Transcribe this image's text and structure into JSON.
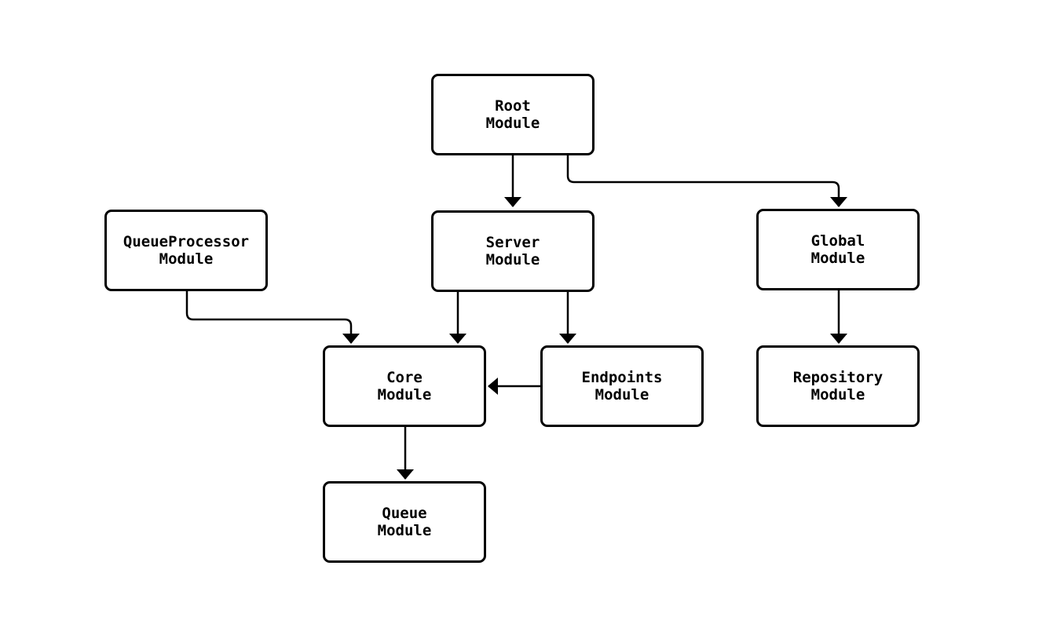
{
  "diagram": {
    "type": "flowchart",
    "direction": "top-down",
    "background_color": "#ffffff",
    "node_fill_color": "#ffffff",
    "node_border_color": "#000000",
    "edge_color": "#000000",
    "text_color": "#000000",
    "nodes": {
      "root": {
        "label": "Root\nModule"
      },
      "queueprocessor": {
        "label": "QueueProcessor\nModule"
      },
      "server": {
        "label": "Server\nModule"
      },
      "global": {
        "label": "Global\nModule"
      },
      "core": {
        "label": "Core\nModule"
      },
      "endpoints": {
        "label": "Endpoints\nModule"
      },
      "repository": {
        "label": "Repository\nModule"
      },
      "queue": {
        "label": "Queue\nModule"
      }
    },
    "edges": [
      {
        "from": "Root Module",
        "to": "Server Module"
      },
      {
        "from": "Root Module",
        "to": "Global Module"
      },
      {
        "from": "QueueProcessor Module",
        "to": "Core Module"
      },
      {
        "from": "Server Module",
        "to": "Core Module"
      },
      {
        "from": "Server Module",
        "to": "Endpoints Module"
      },
      {
        "from": "Endpoints Module",
        "to": "Core Module"
      },
      {
        "from": "Global Module",
        "to": "Repository Module"
      },
      {
        "from": "Core Module",
        "to": "Queue Module"
      }
    ]
  }
}
